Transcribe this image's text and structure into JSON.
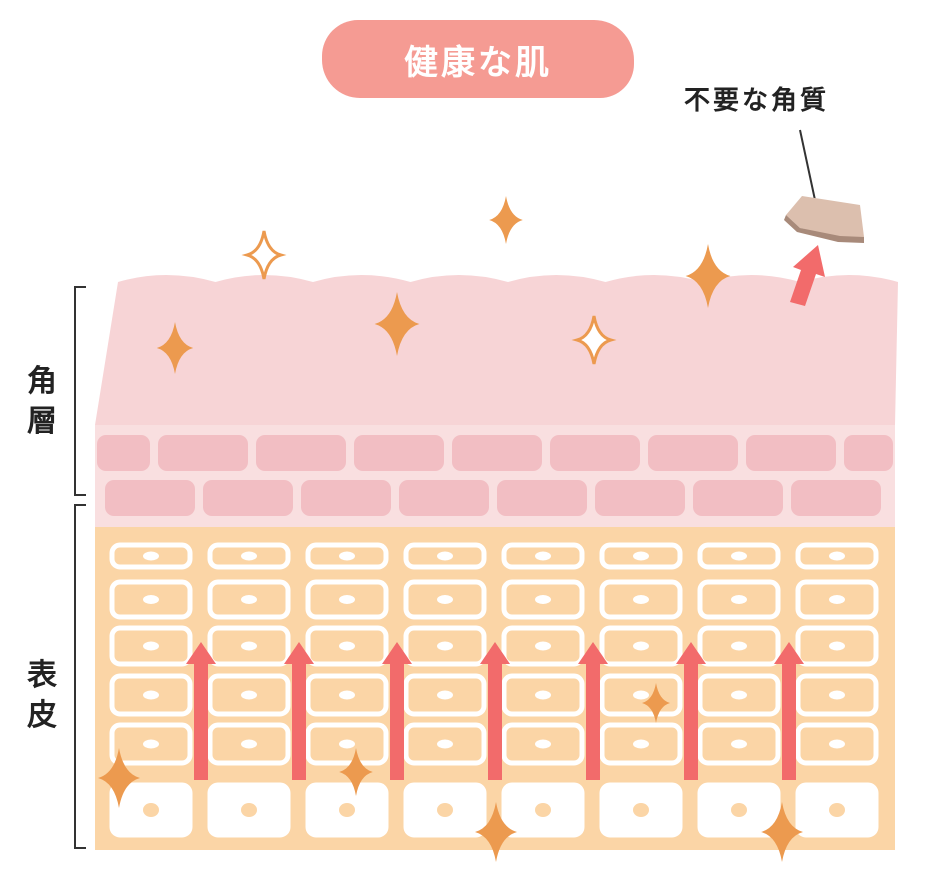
{
  "title": "健康な肌",
  "callout_label": "不要な角質",
  "layers": [
    {
      "label_chars": [
        "角",
        "層"
      ],
      "label": "角層"
    },
    {
      "label_chars": [
        "表",
        "皮"
      ],
      "label": "表皮"
    }
  ],
  "colors": {
    "title_bg": "#f59b93",
    "corneum": "#f7d4d6",
    "brick": "#f2bec3",
    "brick_bg": "#f9dfe0",
    "epidermis": "#fbd5a6",
    "arrow": "#f26b6b",
    "sparkle": "#ec9a4f",
    "flake": "#dcbfae"
  },
  "grid": {
    "columns": 8,
    "rows": 6
  }
}
